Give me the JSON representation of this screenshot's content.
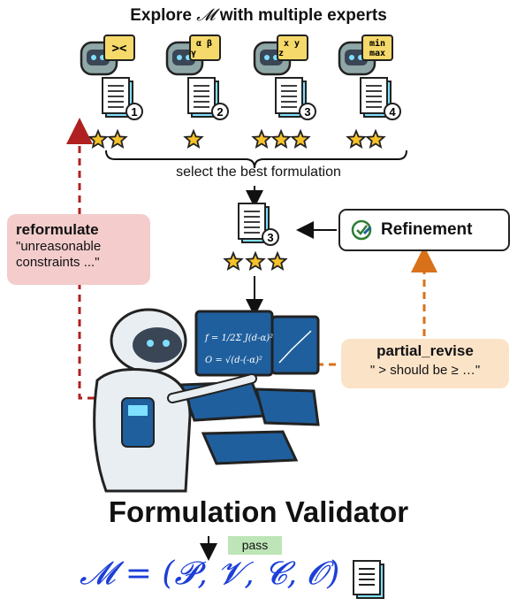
{
  "title_prefix": "Explore",
  "title_symbol": "𝓜",
  "title_suffix": "with multiple experts",
  "experts": [
    {
      "badge": "><",
      "number": "1",
      "stars": 2
    },
    {
      "badge": "α β γ",
      "number": "2",
      "stars": 1
    },
    {
      "badge": "x y z",
      "number": "3",
      "stars": 3
    },
    {
      "badge": "min max",
      "number": "4",
      "stars": 2
    }
  ],
  "select_label": "select the best formulation",
  "selected": {
    "number": "3",
    "stars": 3
  },
  "reformulate": {
    "title": "reformulate",
    "line1": "\"unreasonable",
    "line2": "constraints ...\""
  },
  "refinement": {
    "title": "Refinement"
  },
  "partial_revise": {
    "title": "partial_revise",
    "text": "\" > should be ≥ …\""
  },
  "validator_title": "Formulation Validator",
  "pass_label": "pass",
  "formula": "𝓜 = (𝓟, 𝓥, 𝓒, 𝓞)",
  "colors": {
    "reform_arrow": "#b02020",
    "partial_arrow": "#d9711a",
    "formula": "#1c3fd8",
    "star": "#f7c22a",
    "screen": "#1f5f9e"
  }
}
